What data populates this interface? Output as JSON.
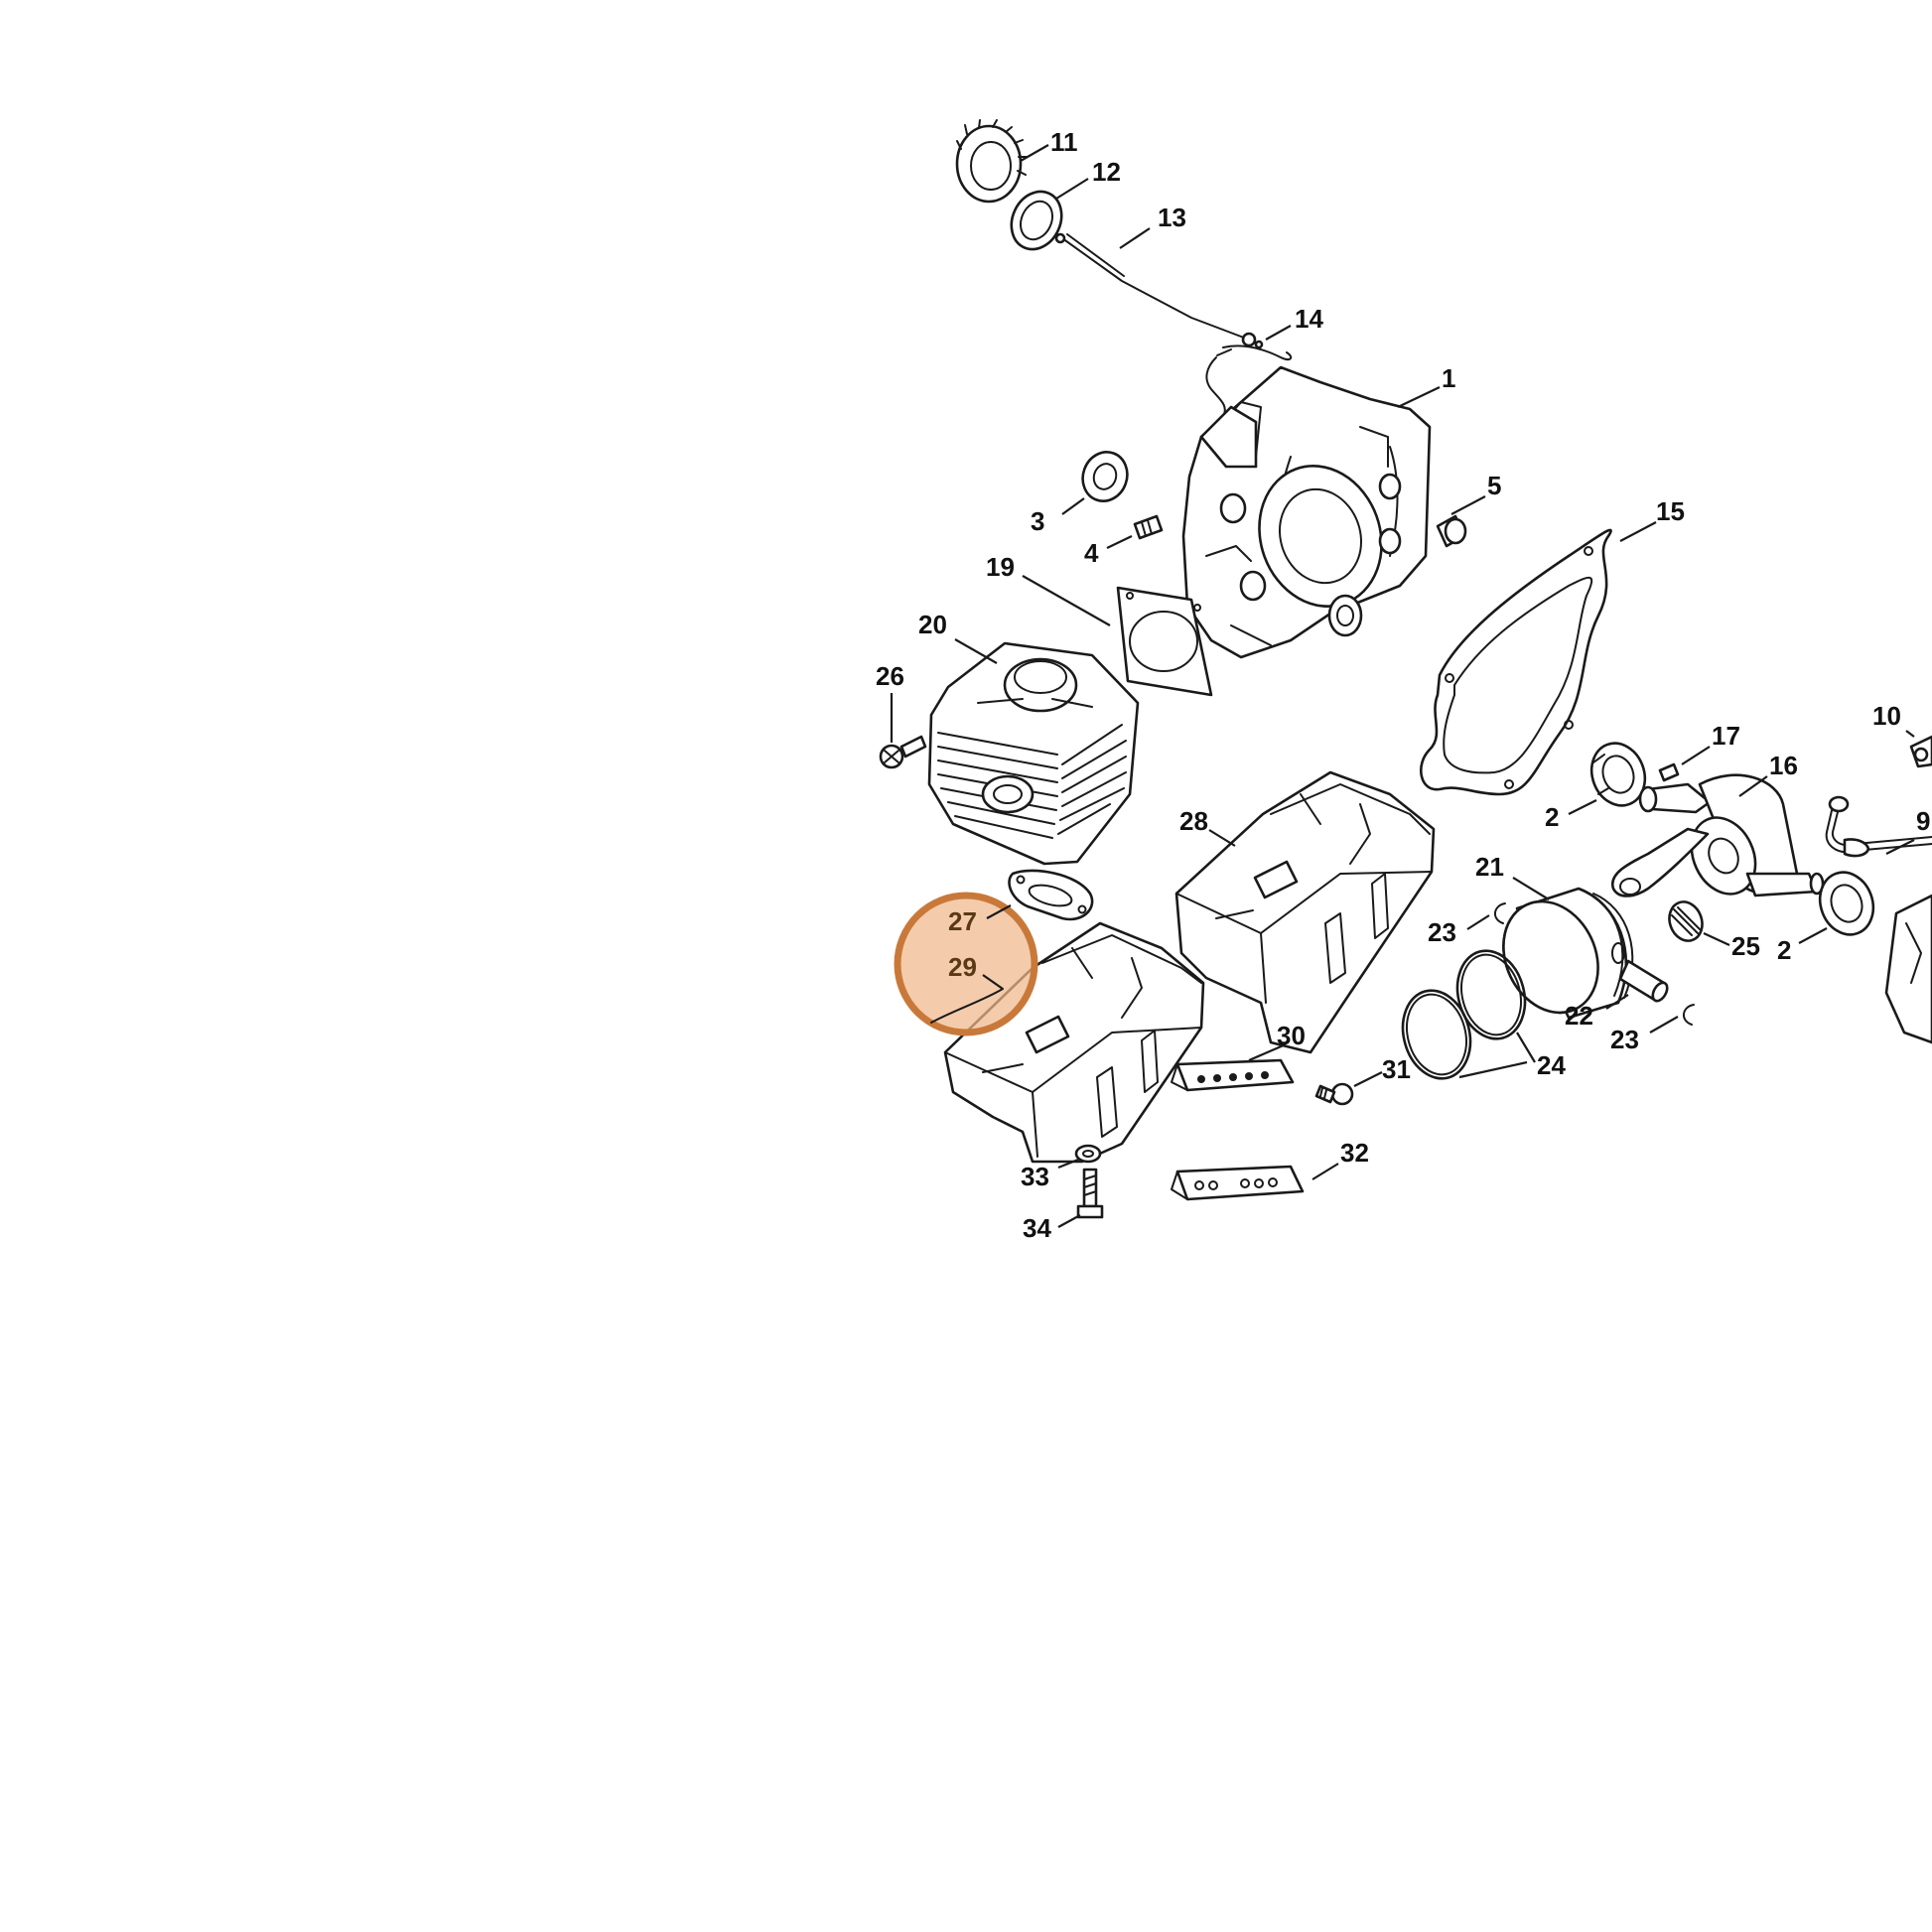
{
  "highlight": {
    "color": "#c8793a",
    "fill": "#f0b98c",
    "parts": [
      "27",
      "29"
    ]
  },
  "callouts": {
    "c1": "1",
    "c2a": "2",
    "c2b": "2",
    "c3": "3",
    "c4": "4",
    "c5": "5",
    "c9": "9",
    "c10": "10",
    "c11": "11",
    "c12": "12",
    "c13": "13",
    "c14": "14",
    "c15": "15",
    "c16": "16",
    "c17": "17",
    "c19": "19",
    "c20": "20",
    "c21": "21",
    "c22": "22",
    "c23a": "23",
    "c23b": "23",
    "c24": "24",
    "c25": "25",
    "c26": "26",
    "c27": "27",
    "c28": "28",
    "c29": "29",
    "c30": "30",
    "c31": "31",
    "c32": "32",
    "c33": "33",
    "c34": "34"
  }
}
